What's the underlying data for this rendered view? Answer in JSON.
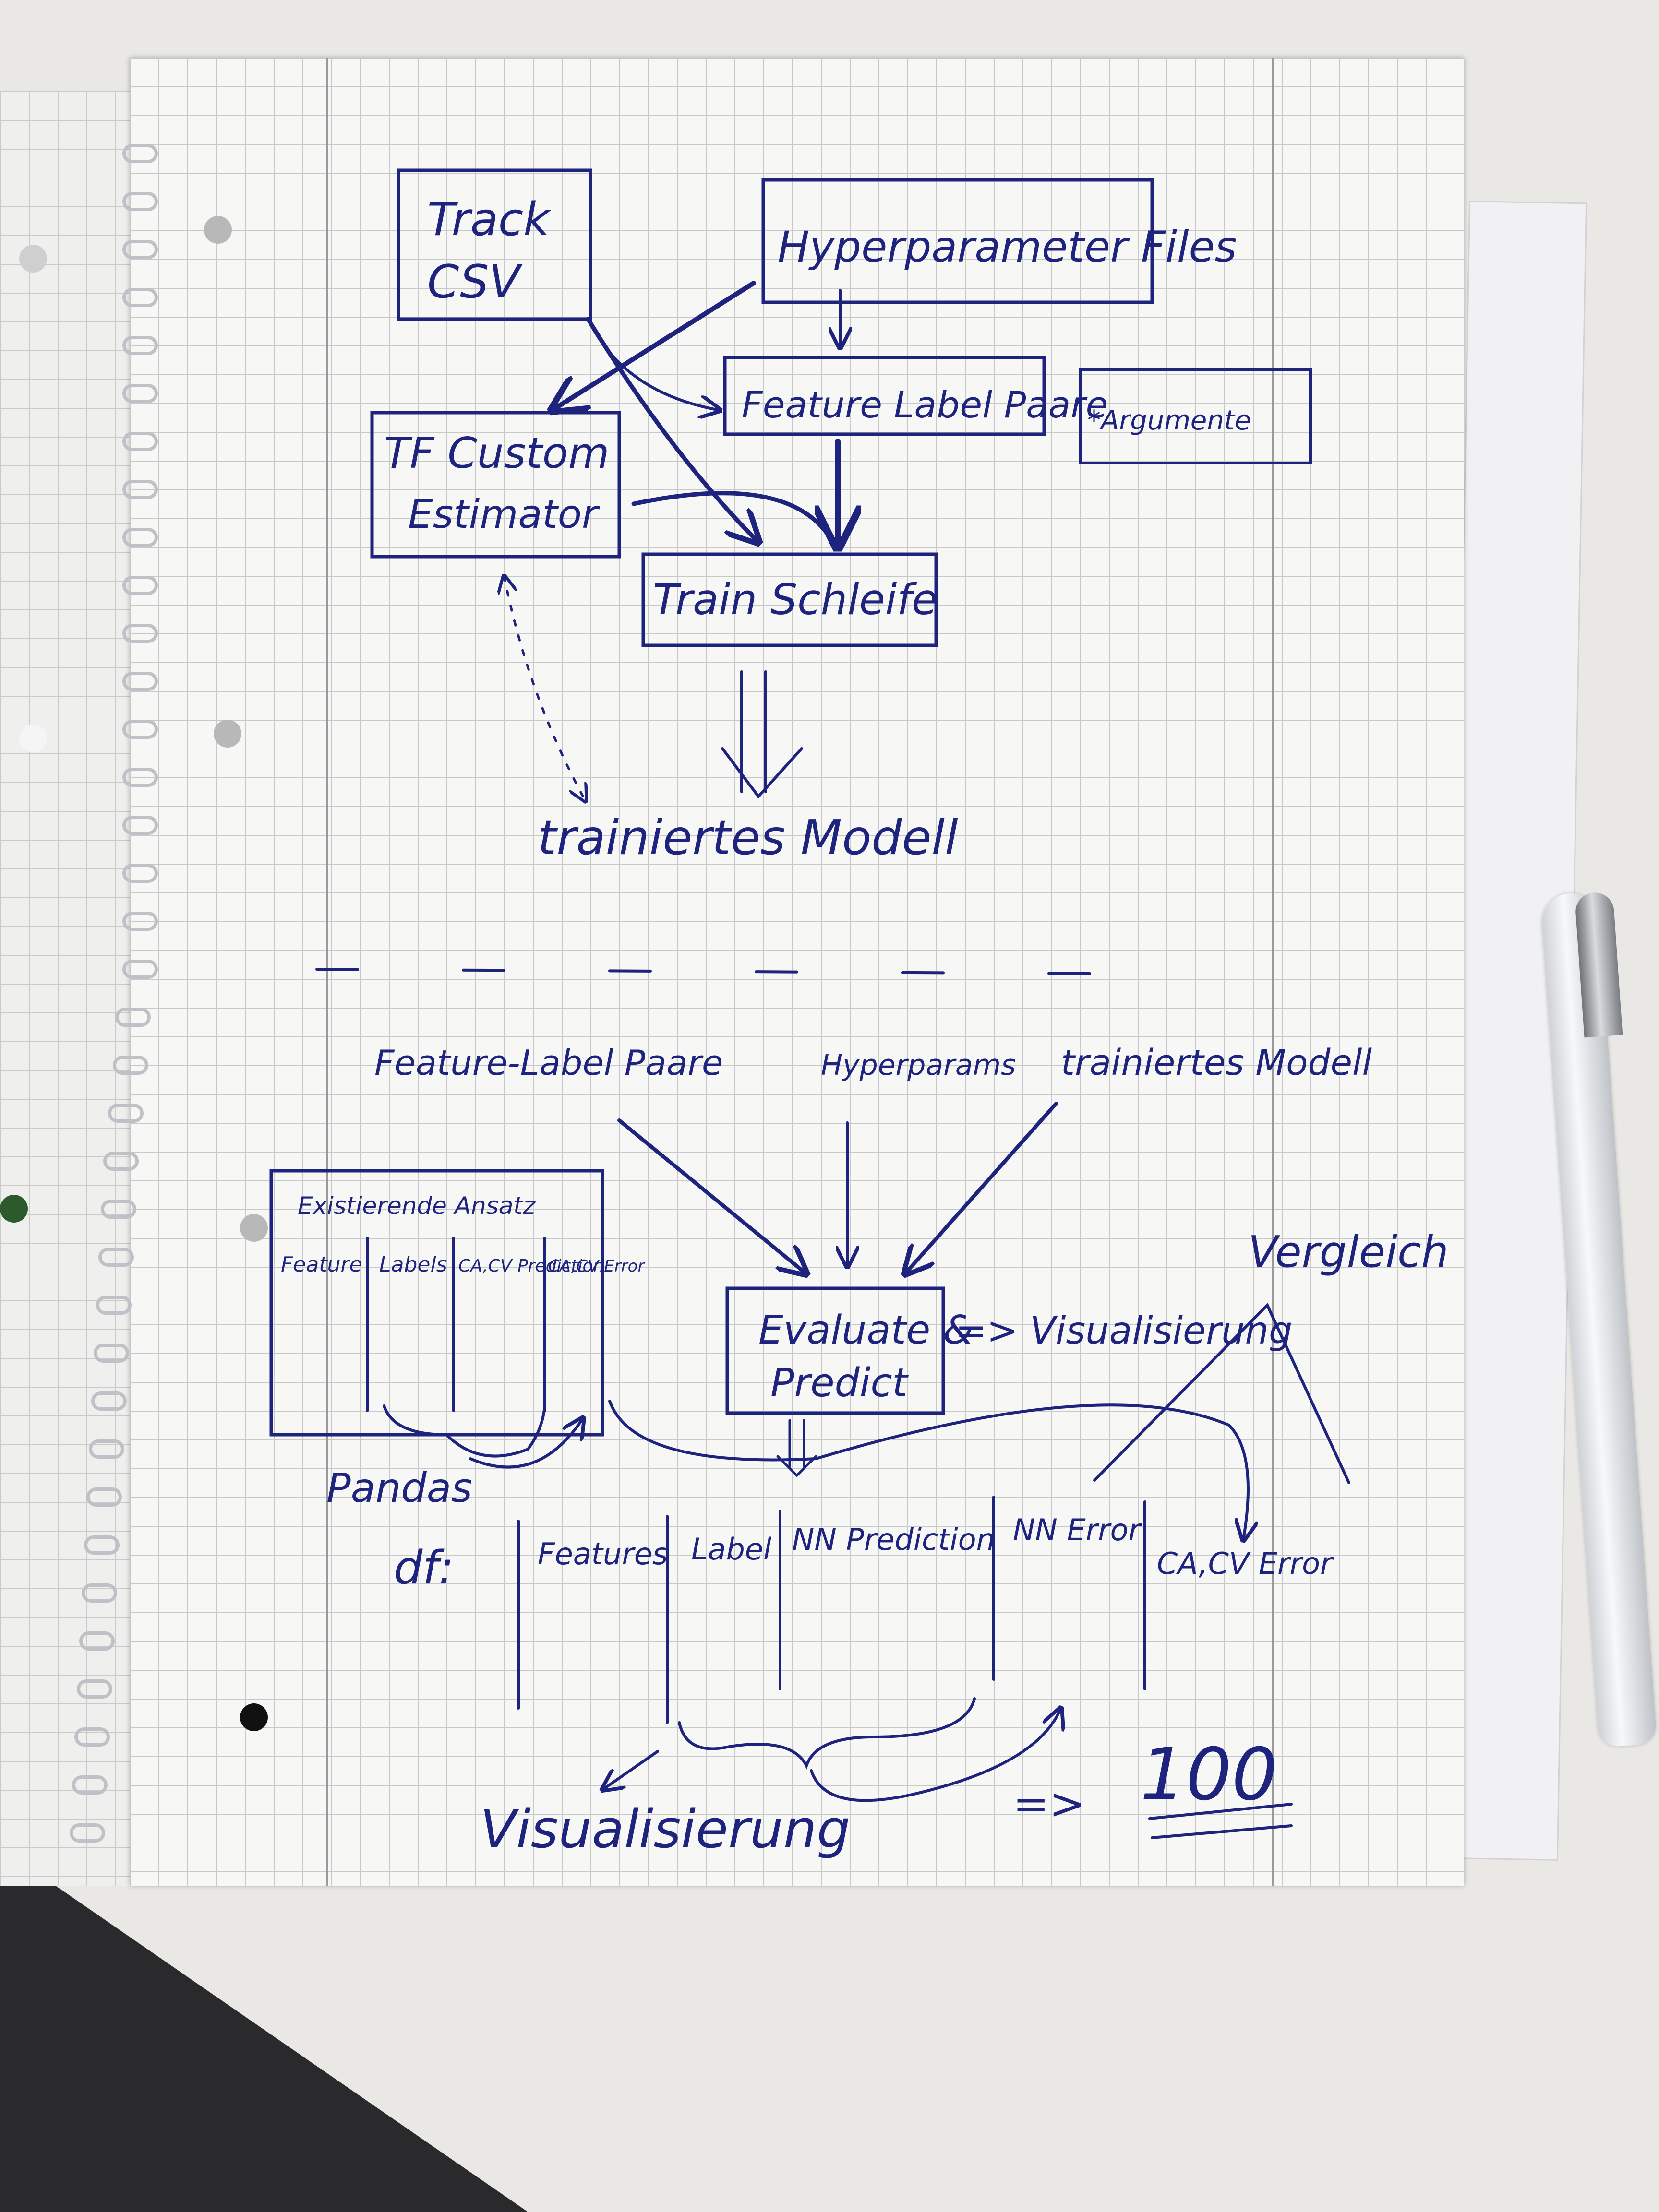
{
  "top": {
    "track_csv": [
      "Track",
      "CSV"
    ],
    "hyperparameter_files": "Hyperparameter Files",
    "feature_label_paare": "Feature Label Paare",
    "argumente": "*Argumente",
    "tf_custom_estimator": [
      "TF Custom",
      "Estimator"
    ],
    "train_schleife": "Train Schleife",
    "trainiertes_modell": "trainiertes Modell"
  },
  "bottom": {
    "input_feature_label": "Feature-Label Paare",
    "input_hyperparams": "Hyperparams",
    "input_trained_model": "trainiertes Modell",
    "evaluate_predict": [
      "Evaluate &",
      "Predict"
    ],
    "visualisierung_right": "=> Visualisierung",
    "vergleich": "Vergleich",
    "existing": {
      "title": "Existierende Ansatz",
      "columns": [
        "Feature",
        "Labels",
        "CA,CV Prediction",
        "CA,CV Error"
      ]
    },
    "pandas": "Pandas",
    "df_label": "df:",
    "df_columns": [
      "Features",
      "Label",
      "NN Prediction",
      "NN Error",
      "CA,CV Error"
    ],
    "visualisierung_bottom": "Visualisierung",
    "arrow_result": "=>",
    "result": "100"
  },
  "colors": {
    "ink": "#1e237e",
    "grid": "#c8c8c8"
  }
}
